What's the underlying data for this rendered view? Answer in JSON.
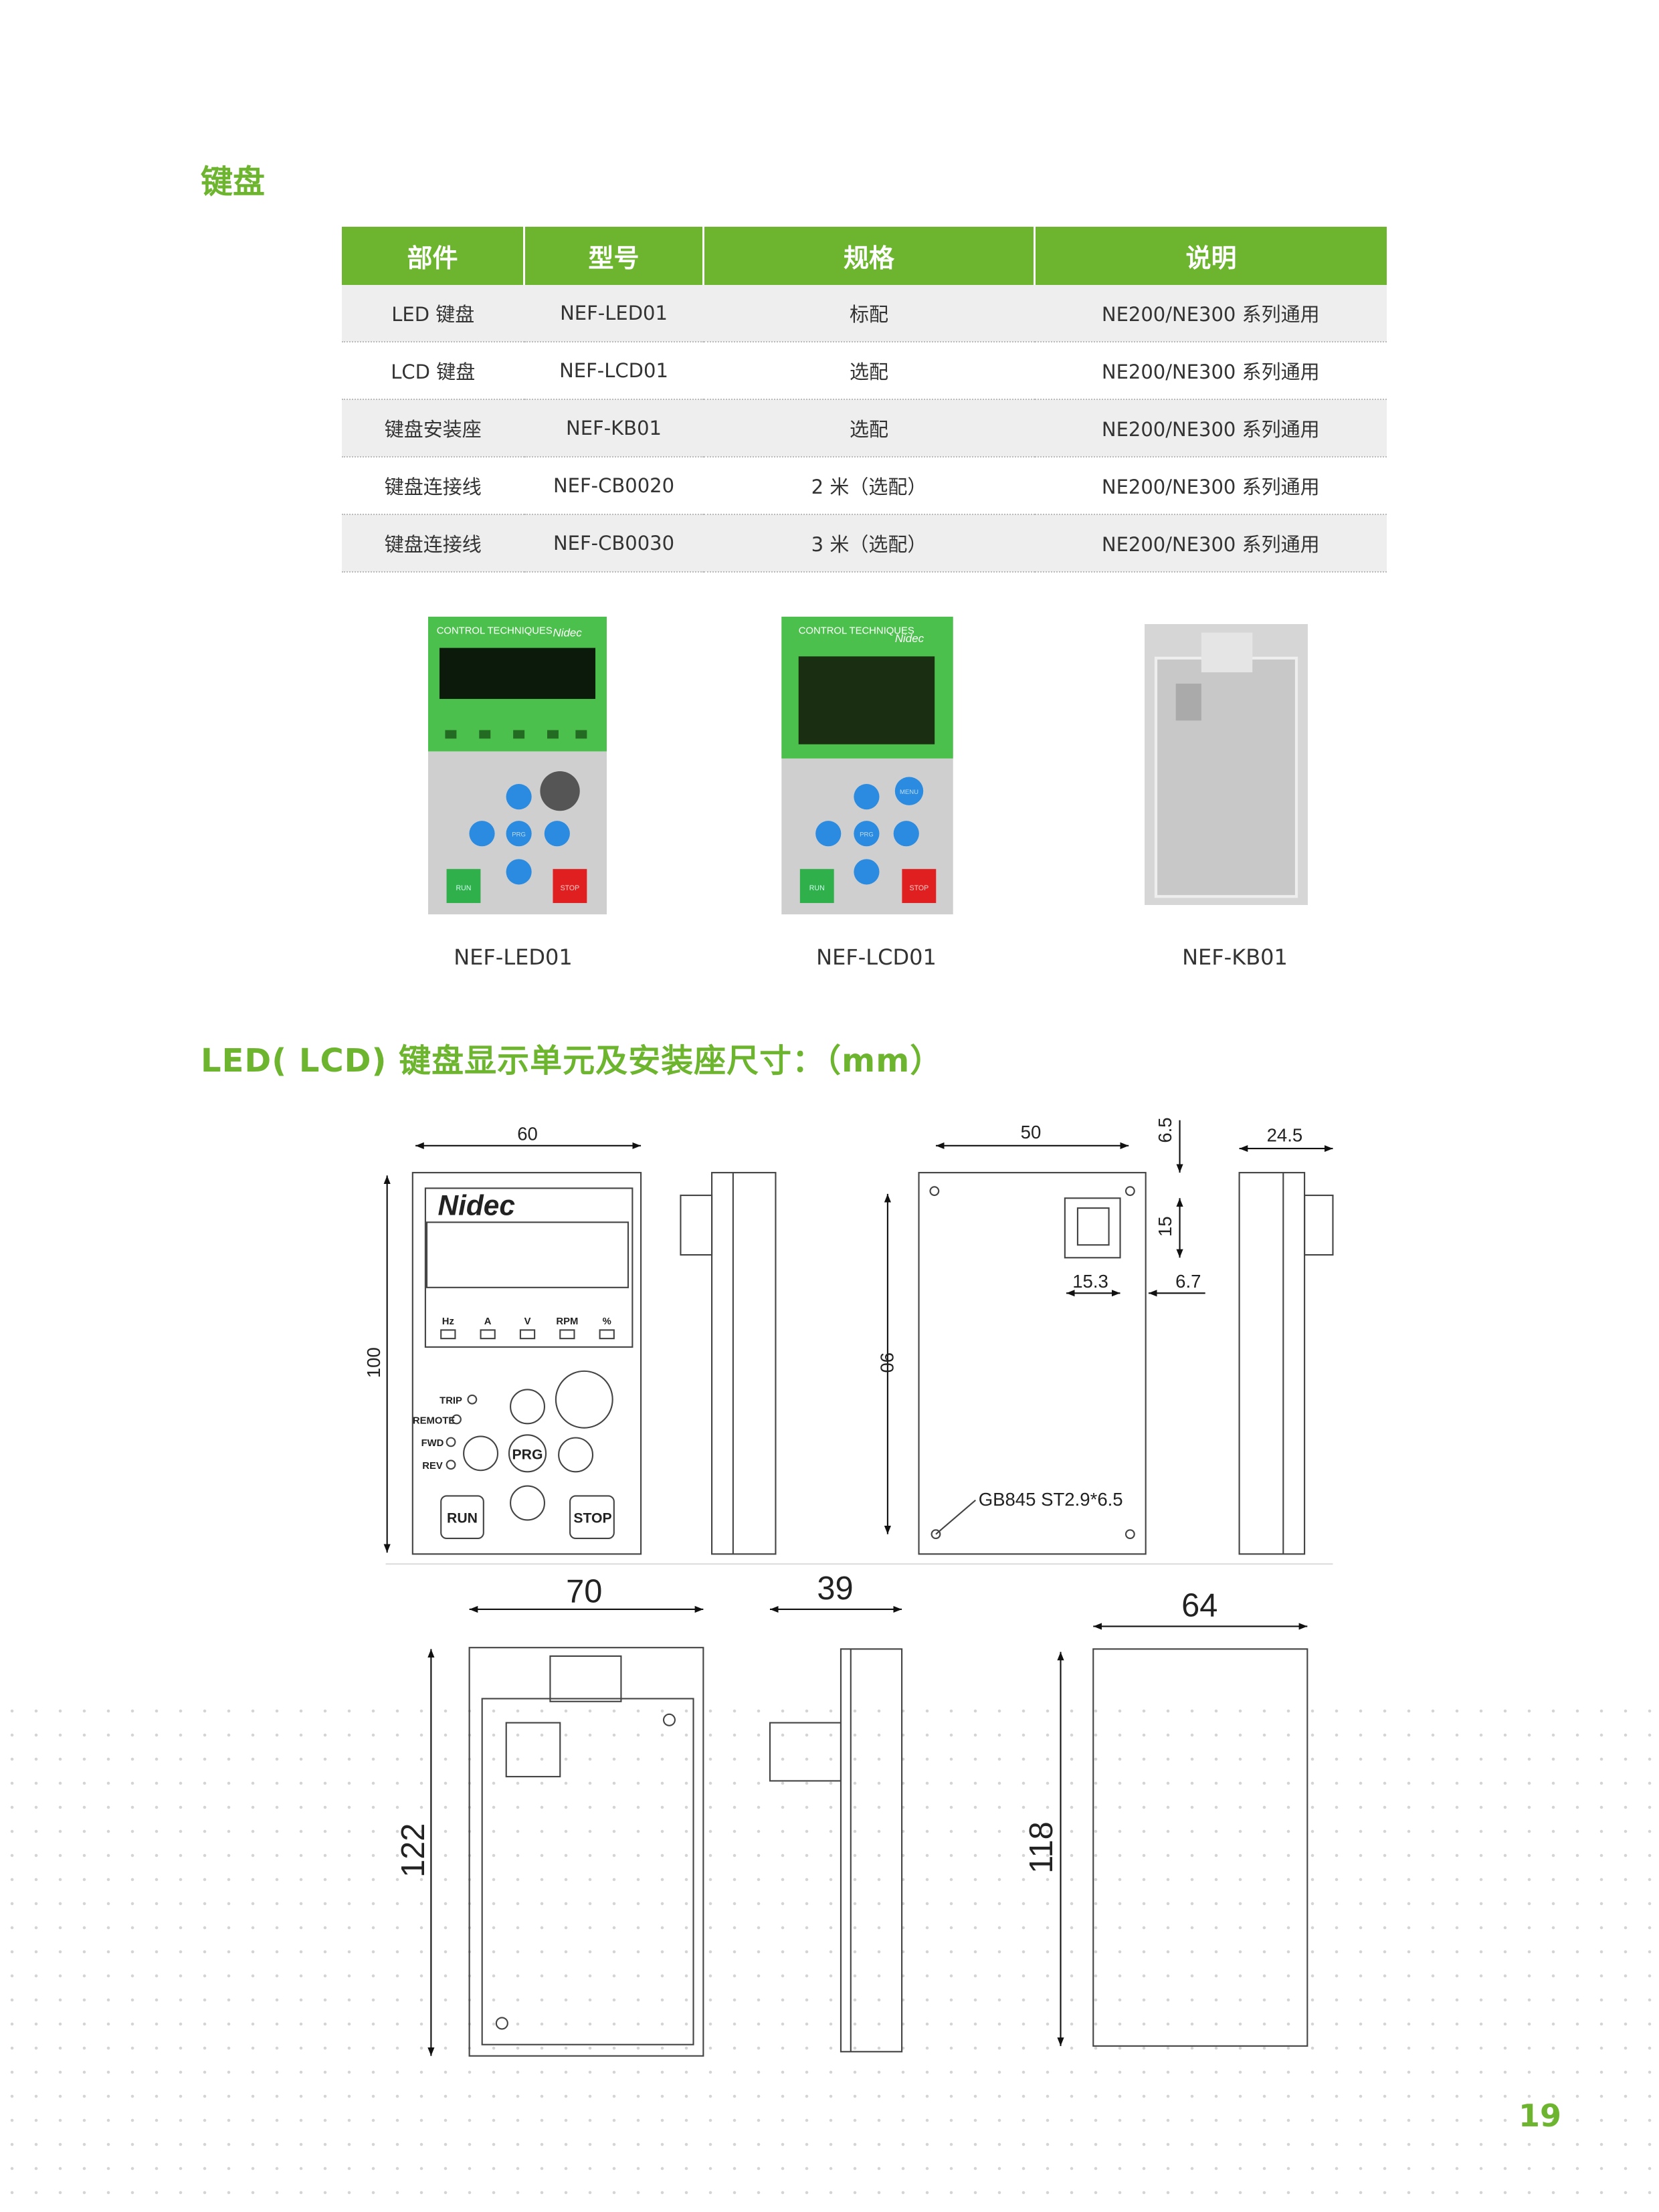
{
  "section_title": "键盘",
  "table": {
    "headers": [
      "部件",
      "型号",
      "规格",
      "说明"
    ],
    "rows": [
      [
        "LED 键盘",
        "NEF-LED01",
        "标配",
        "NE200/NE300 系列通用"
      ],
      [
        "LCD 键盘",
        "NEF-LCD01",
        "选配",
        "NE200/NE300 系列通用"
      ],
      [
        "键盘安装座",
        "NEF-KB01",
        "选配",
        "NE200/NE300 系列通用"
      ],
      [
        "键盘连接线",
        "NEF-CB0020",
        "2 米（选配）",
        "NE200/NE300 系列通用"
      ],
      [
        "键盘连接线",
        "NEF-CB0030",
        "3 米（选配）",
        "NE200/NE300 系列通用"
      ]
    ]
  },
  "products": [
    {
      "caption": "NEF-LED01",
      "brand": "CONTROL TECHNIQUES",
      "logo": "Nidec",
      "buttons": [
        "RUN",
        "STOP",
        "PRG"
      ]
    },
    {
      "caption": "NEF-LCD01",
      "brand": "CONTROL TECHNIQUES",
      "logo": "Nidec",
      "buttons": [
        "RUN",
        "STOP",
        "PRG",
        "MENU"
      ]
    },
    {
      "caption": "NEF-KB01"
    }
  ],
  "dimensions_title": "LED( LCD) 键盘显示单元及安装座尺寸：（mm）",
  "drawing": {
    "front_width": "60",
    "front_height": "100",
    "back_width": "50",
    "top_offset": "6.5",
    "side_depth": "24.5",
    "port_height": "15",
    "port_width": "15.3",
    "port_offset": "6.7",
    "hole_pitch": "90",
    "screw": "GB845 ST2.9*6.5",
    "base_width": "70",
    "base_depth": "39",
    "cutout_width": "64",
    "base_height": "122",
    "cutout_height": "118",
    "logo": "Nidec",
    "indicators": [
      "Hz",
      "A",
      "V",
      "RPM",
      "%"
    ],
    "leds": [
      "TRIP",
      "REMOTE",
      "FWD",
      "REV"
    ],
    "keys": {
      "prg": "PRG",
      "run": "RUN",
      "stop": "STOP"
    }
  },
  "page_number": "19",
  "colors": {
    "accent": "#6db52f",
    "row_alt": "#eeeeee"
  }
}
